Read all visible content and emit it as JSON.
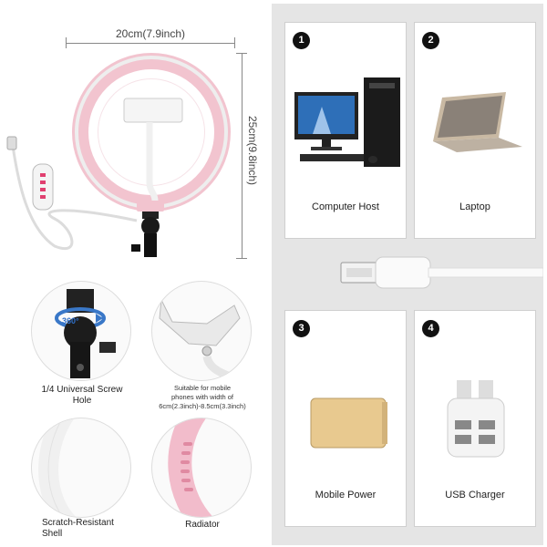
{
  "dimensions": {
    "width_label": "20cm(7.9inch)",
    "height_label": "25cm(9.8inch)"
  },
  "features": [
    {
      "caption": "1/4 Universal Screw Hole",
      "badge": "360°"
    },
    {
      "caption_line1": "Suitable for mobile",
      "caption_line2": "phones with width of",
      "caption_line3": "6cm(2.3inch)-8.5cm(3.3inch)"
    },
    {
      "caption": "Scratch-Resistant Shell"
    },
    {
      "caption": "Radiator"
    }
  ],
  "power_sources": [
    {
      "number": "1",
      "label": "Computer Host"
    },
    {
      "number": "2",
      "label": "Laptop"
    },
    {
      "number": "3",
      "label": "Mobile Power"
    },
    {
      "number": "4",
      "label": "USB Charger"
    }
  ],
  "colors": {
    "ring_pink": "#f2c4cf",
    "right_bg": "#e5e5e5",
    "badge": "#111111"
  }
}
